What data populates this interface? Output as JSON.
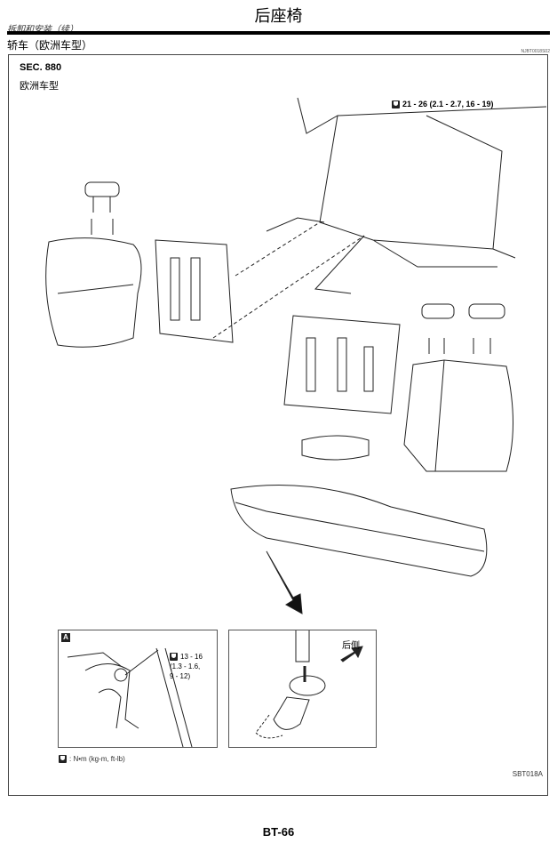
{
  "header": {
    "title": "后座椅",
    "breadcrumb": "拆卸和安装（续）"
  },
  "section": {
    "title": "轿车（欧洲车型）",
    "ref_id": "NJBT0018S02"
  },
  "figure": {
    "sec": "SEC. 880",
    "region": "欧洲车型",
    "torque_main": "21 - 26 (2.1 - 2.7, 16 - 19)",
    "inset_a": {
      "label": "A",
      "torque_lines": [
        "13 - 16",
        "(1.3 - 1.6,",
        "9 - 12)"
      ]
    },
    "inset_b": {
      "direction_label": "后侧"
    },
    "legend": ": N•m (kg-m, ft-lb)",
    "figure_id": "SBT018A"
  },
  "footer": {
    "page": "BT-66"
  }
}
